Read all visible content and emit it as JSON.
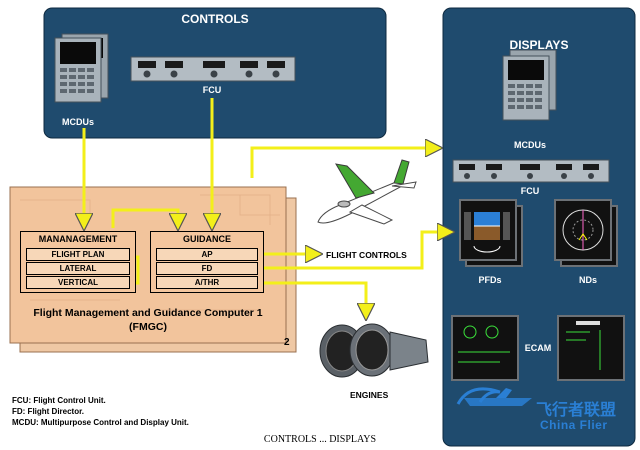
{
  "controls": {
    "title": "CONTROLS",
    "mcdu_label": "MCDUs",
    "fcu_label": "FCU"
  },
  "displays": {
    "title": "DISPLAYS",
    "mcdu_label": "MCDUs",
    "fcu_label": "FCU",
    "pfd_label": "PFDs",
    "nd_label": "NDs",
    "ecam_label": "ECAM"
  },
  "fmgc": {
    "management": {
      "heading": "MANANAGEMENT",
      "items": [
        "FLIGHT PLAN",
        "LATERAL",
        "VERTICAL"
      ]
    },
    "guidance": {
      "heading": "GUIDANCE",
      "items": [
        "AP",
        "FD",
        "A/THR"
      ]
    },
    "title_line1": "Flight Management and Guidance Computer 1",
    "title_line2": "(FMGC)",
    "second_unit": "2"
  },
  "outputs": {
    "flight_controls": "FLIGHT CONTROLS",
    "engines": "ENGINES"
  },
  "legend": [
    "FCU: Flight Control Unit.",
    "FD: Flight Director.",
    "MCDU: Multipurpose Control and Display Unit."
  ],
  "caption": "CONTROLS ... DISPLAYS",
  "watermark": {
    "chinese": "飞行者联盟",
    "english": "China Flier"
  },
  "colors": {
    "panel": "#1f4b6e",
    "board": "#f2c49c",
    "arrow": "#f3ef1a"
  }
}
